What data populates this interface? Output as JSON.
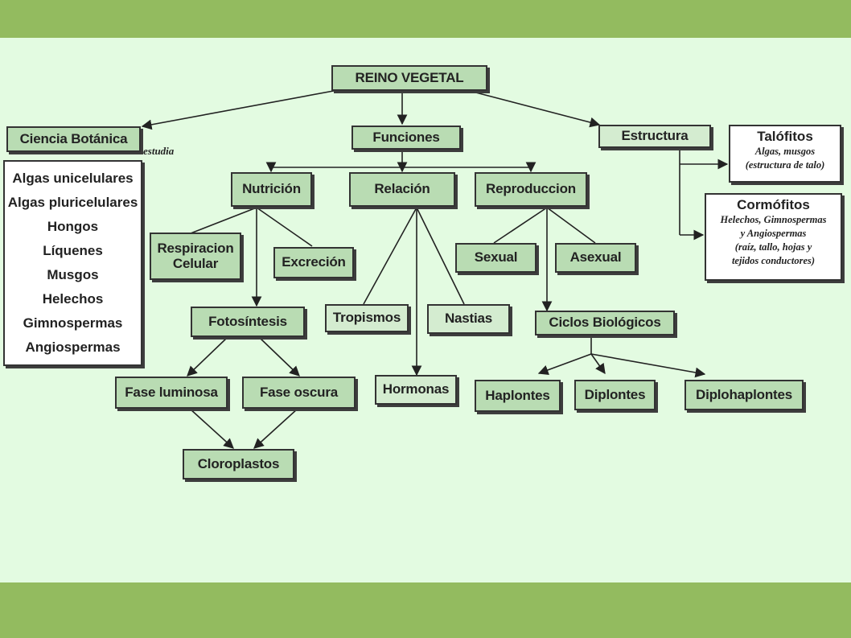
{
  "nodes": {
    "reino_vegetal": "REINO VEGETAL",
    "ciencia_botanica": "Ciencia Botánica",
    "estudia": "estudia",
    "funciones": "Funciones",
    "estructura": "Estructura",
    "nutricion": "Nutrición",
    "relacion": "Relación",
    "reproduccion": "Reproduccion",
    "respiracion_1": "Respiracion",
    "respiracion_2": "Celular",
    "excrecion": "Excreción",
    "fotosintesis": "Fotosíntesis",
    "fase_luminosa": "Fase luminosa",
    "fase_oscura": "Fase oscura",
    "cloroplastos": "Cloroplastos",
    "tropismos": "Tropismos",
    "nastias": "Nastias",
    "hormonas": "Hormonas",
    "sexual": "Sexual",
    "asexual": "Asexual",
    "ciclos_biologicos": "Ciclos Biológicos",
    "haplontes": "Haplontes",
    "diplontes": "Diplontes",
    "diplohaplontes": "Diplohaplontes"
  },
  "botanica_list": [
    "Algas unicelulares",
    "Algas pluricelulares",
    "Hongos",
    "Líquenes",
    "Musgos",
    "Helechos",
    "Gimnospermas",
    "Angiospermas"
  ],
  "talofitos": {
    "title": "Talófitos",
    "lines": [
      "Algas, musgos",
      "(estructura de talo)"
    ]
  },
  "cormofitos": {
    "title": "Cormófitos",
    "lines": [
      "Helechos, Gimnospermas",
      "y Angiospermas",
      "(raíz, tallo, hojas y",
      "tejidos conductores)"
    ]
  },
  "colors": {
    "node_fill": "#b9dcb3",
    "background": "#e3fbe1",
    "band": "#93bb5f"
  }
}
